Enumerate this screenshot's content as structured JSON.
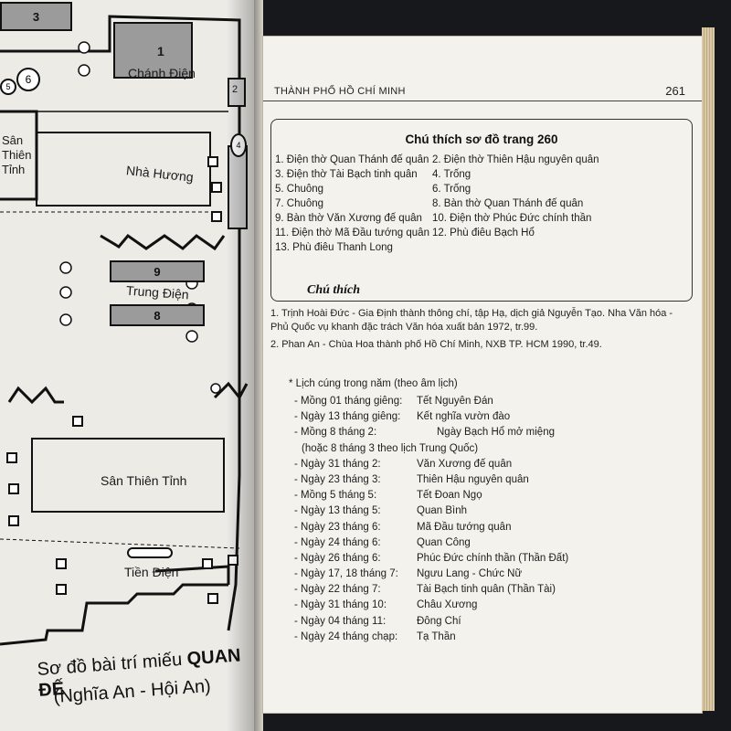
{
  "left_page": {
    "box_labels": [
      "3",
      "1",
      "2",
      "9",
      "8"
    ],
    "circle_labels": [
      "6",
      "5",
      "4"
    ],
    "side_labels": [
      "Sân Thiên Tỉnh",
      "Sân Thiên Tỉnh"
    ],
    "labels": {
      "chanh_dien": "Chánh Điện",
      "nha_huong": "Nhà Hương",
      "trung_dien": "Trung Điện",
      "san_thien_tinh_left": "Sân\nThiên\nTỉnh",
      "san_thien_tinh": "Sân Thiên Tỉnh",
      "tien_dien": "Tiền Điện",
      "box_left": "Sân Thiên Tỉnh"
    },
    "caption": {
      "line1_prefix": "Sơ đồ bài trí miếu ",
      "line1_bold": "QUAN ĐẾ",
      "line2": "(Nghĩa An - Hội An)"
    }
  },
  "right_page": {
    "running_head": "THÀNH PHỐ HỒ CHÍ MINH",
    "page_number": "261",
    "legend": {
      "title": "Chú thích sơ đồ trang 260",
      "items": [
        "1. Điện thờ Quan Thánh đế quân",
        "2. Điện thờ Thiên Hậu nguyên quân",
        "3. Điện thờ Tài Bạch tinh quân",
        "4. Trống",
        "5. Chuông",
        "6. Trống",
        "7. Chuông",
        "8. Bàn thờ Quan Thánh đế quân",
        "9. Bàn thờ Văn Xương đế quân",
        "10. Điện thờ Phúc Đức chính thần",
        "11. Điện thờ Mã Đầu tướng quân",
        "12. Phù điêu Bạch Hổ",
        "13. Phù điêu Thanh Long"
      ]
    },
    "notes_title": "Chú thích",
    "notes": [
      "1. Trịnh Hoài Đức - Gia Định thành thông chí, tập Hạ, dịch giả Nguyễn Tạo. Nha Văn hóa - Phủ Quốc vụ khanh đặc trách Văn hóa xuất bản 1972, tr.99.",
      "2. Phan An - Chùa Hoa thành phố Hồ Chí Minh, NXB TP. HCM 1990, tr.49."
    ],
    "calendar_heading": "* Lịch cúng trong năm (theo âm lịch)",
    "calendar": [
      {
        "date": "- Mồng  01 tháng giêng:",
        "event": "Tết Nguyên Đán"
      },
      {
        "date": "- Ngày  13 tháng giêng:",
        "event": "Kết nghĩa vườn đào"
      },
      {
        "date": "- Mồng  8 tháng 2:",
        "event": "Ngày Bạch Hổ mở miệng",
        "shift": true
      },
      {
        "note": "(hoặc  8  tháng 3 theo lịch Trung Quốc)"
      },
      {
        "date": "- Ngày  31 tháng 2:",
        "event": "Văn Xương đế quân"
      },
      {
        "date": "- Ngày  23 tháng 3:",
        "event": "Thiên Hậu nguyên quân"
      },
      {
        "date": "- Mồng  5 tháng 5:",
        "event": "Tết Đoan Ngọ"
      },
      {
        "date": "- Ngày  13 tháng 5:",
        "event": "Quan Bình"
      },
      {
        "date": "- Ngày  23 tháng 6:",
        "event": "Mã Đầu tướng quân"
      },
      {
        "date": "- Ngày  24 tháng 6:",
        "event": "Quan Công"
      },
      {
        "date": "- Ngày  26 tháng 6:",
        "event": "Phúc Đức chính thần (Thần Đất)"
      },
      {
        "date": "- Ngày 17, 18  tháng 7:",
        "event": "Ngưu Lang - Chức Nữ"
      },
      {
        "date": "- Ngày  22 tháng 7:",
        "event": "Tài Bạch tinh quân (Thần Tài)"
      },
      {
        "date": "- Ngày  31 tháng 10:",
        "event": "Châu Xương"
      },
      {
        "date": "- Ngày  04 tháng 11:",
        "event": "Đông Chí"
      },
      {
        "date": "- Ngày  24 tháng chạp:",
        "event": "Tạ Thần"
      }
    ]
  }
}
